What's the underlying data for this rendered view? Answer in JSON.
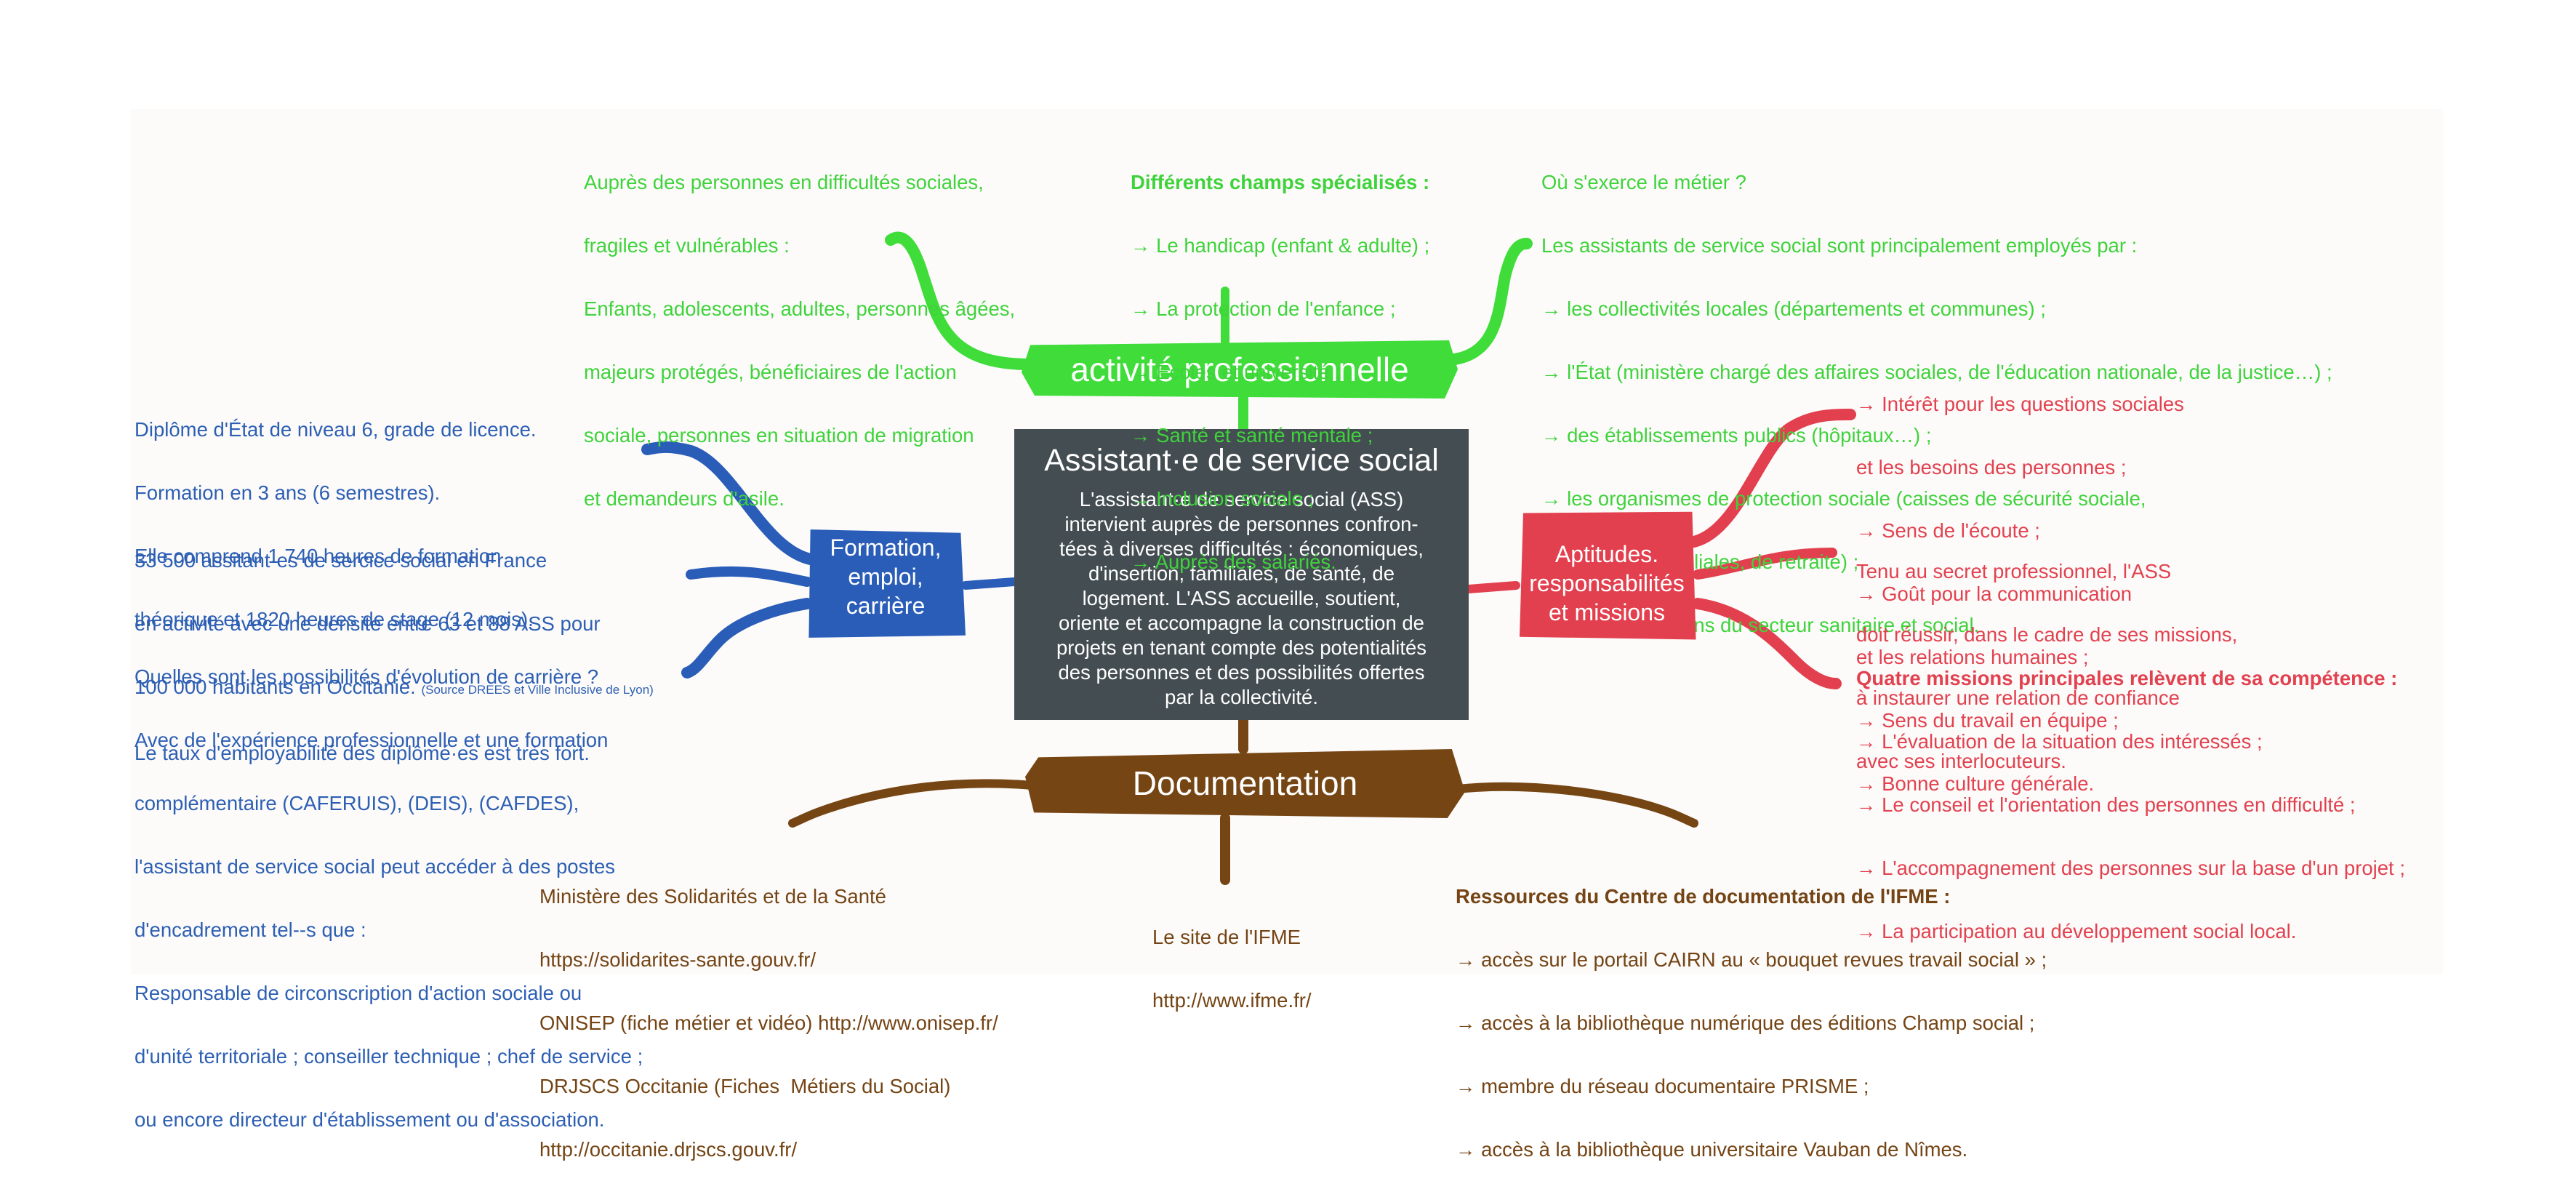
{
  "center": {
    "title": "Assistant·e de service social",
    "description": [
      "L'assistant·e de service social (ASS)",
      "intervient auprès de personnes confron-",
      "tées à diverses difficultés : économiques,",
      "d'insertion, familiales, de santé, de",
      "logement. L'ASS accueille, soutient,",
      "oriente et accompagne la construction de",
      "projets en tenant compte des potentialités",
      "des personnes et des possibilités offertes",
      "par la collectivité."
    ]
  },
  "activite": {
    "label": "activité professionnelle",
    "color": "#3fdc3a",
    "left_text": [
      "Auprès des personnes en difficultés sociales,",
      "fragiles et vulnérables :",
      "Enfants, adolescents, adultes, personnes âgées,",
      "majeurs protégés, bénéficiaires de l'action",
      "sociale, personnes en situation de migration",
      "et demandeurs d'asile."
    ],
    "middle_title": "Différents champs spécialisés :",
    "middle_items": [
      "→ Le handicap (enfant & adulte) ;",
      "→ La protection de l'enfance ;",
      "→ Écoles et université ;",
      "→ Santé et santé mentale ;",
      "→ Inclusion sociale ;",
      "→ Auprès des salariés."
    ],
    "right_text": [
      "Où s'exerce le métier ?",
      "Les assistants de service social sont principalement employés par :",
      "→ les collectivités locales (départements et communes) ;",
      "→ l'État (ministère chargé des affaires sociales, de l'éducation nationale, de la justice…) ;",
      "→ des établissements publics (hôpitaux…) ;",
      "→ les organismes de protection sociale (caisses de sécurité sociale,",
      "d'allocations familiales, de retraite) ;",
      "→ des associations du secteur sanitaire et social."
    ]
  },
  "formation": {
    "label_lines": [
      "Formation,",
      "emploi,",
      "carrière"
    ],
    "color": "#2a5db8",
    "text1": [
      "Diplôme d'État de niveau 6, grade de licence.",
      "Formation en 3 ans (6 semestres).",
      "Elle comprend 1 740 heures de formation",
      "théorique et 1820 heures de stage (12 mois)."
    ],
    "text2": [
      "33 500 assitant·es de sercice social en France",
      "en activité avec une densité entre 63 et 88 ASS pour",
      "100 000 habitants en Occitanie.",
      "Le taux d'employabilité des diplômé·es est très fort."
    ],
    "text2_source": "(Source DREES et Ville Inclusive de Lyon)",
    "text3": [
      "Quelles sont les possibilités d'évolution de carrière ?",
      "Avec de l'expérience professionnelle et une formation",
      "complémentaire (CAFERUIS), (DEIS), (CAFDES),",
      "l'assistant de service social peut accéder à des postes",
      "d'encadrement tel--s que :",
      "Responsable de circonscription d'action sociale ou",
      "d'unité territoriale ; conseiller technique ; chef de service ;",
      "ou encore directeur d'établissement ou d'association."
    ]
  },
  "aptitudes": {
    "label_lines": [
      "Aptitudes.",
      "responsabilités",
      "et missions"
    ],
    "color": "#e2404e",
    "text1": [
      "→ Intérêt pour les questions sociales",
      "et les besoins des personnes ;",
      "→ Sens de l'écoute ;",
      "→ Goût pour la communication",
      "et les relations humaines ;",
      "→ Sens du travail en équipe ;",
      "→ Bonne culture générale."
    ],
    "text2": [
      "Tenu au secret professionnel, l'ASS",
      "doit réussir, dans le cadre de ses missions,",
      "à instaurer une relation de confiance",
      "avec ses interlocuteurs."
    ],
    "text3_title": "Quatre missions principales relèvent de sa compétence :",
    "text3_items": [
      "→ L'évaluation de la situation des intéressés ;",
      "→ Le conseil et l'orientation des personnes en difficulté ;",
      "→ L'accompagnement des personnes sur la base d'un projet ;",
      "→ La participation au développement social local."
    ]
  },
  "documentation": {
    "label": "Documentation",
    "color": "#764514",
    "left_text": [
      "Ministère des Solidarités et de la Santé",
      "https://solidarites-sante.gouv.fr/",
      "ONISEP (fiche métier et vidéo) http://www.onisep.fr/",
      "DRJSCS Occitanie (Fiches  Métiers du Social)",
      "http://occitanie.drjscs.gouv.fr/"
    ],
    "middle_text": [
      "Le site de l'IFME",
      "http://www.ifme.fr/"
    ],
    "right_title": "Ressources du Centre de documentation de l'IFME :",
    "right_items": [
      "→ accès sur le portail CAIRN au « bouquet revues travail social » ;",
      "→ accès à la bibliothèque numérique des éditions Champ social ;",
      "→ membre du réseau documentaire PRISME ;",
      "→ accès à la bibliothèque universitaire Vauban de Nîmes."
    ]
  }
}
